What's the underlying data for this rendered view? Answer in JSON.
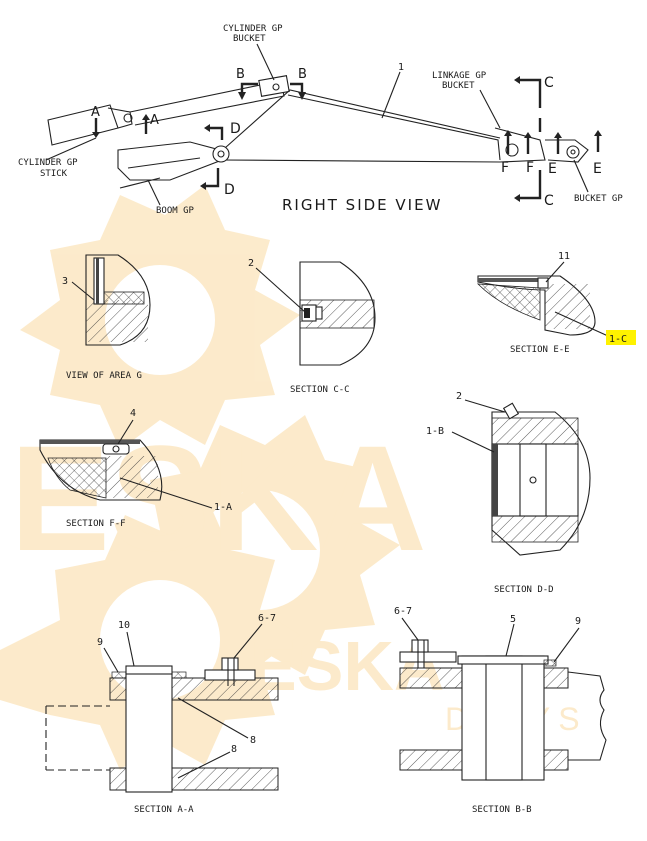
{
  "watermark": {
    "brand": "ESKA",
    "sub": "DALYS",
    "color": "#f2a516"
  },
  "top_view": {
    "title": "RIGHT SIDE VIEW",
    "labels": {
      "cylinder_gp_bucket": [
        "CYLINDER GP",
        "BUCKET"
      ],
      "linkage_gp_bucket": [
        "LINKAGE GP",
        "BUCKET"
      ],
      "cylinder_gp_stick": [
        "CYLINDER GP",
        "STICK"
      ],
      "boom_gp": "BOOM GP",
      "bucket_gp": "BUCKET GP",
      "item_1": "1"
    },
    "cuts": {
      "a": "A",
      "b": "B",
      "c": "C",
      "d": "D",
      "e": "E",
      "f": "F"
    }
  },
  "sections": {
    "area_g": {
      "title": "VIEW OF AREA G",
      "callouts": [
        "3"
      ]
    },
    "c_c": {
      "title": "SECTION C-C",
      "callouts": [
        "2"
      ]
    },
    "e_e": {
      "title": "SECTION E-E",
      "callouts": [
        "11",
        "1-C"
      ],
      "highlight_color": "#fff200"
    },
    "f_f": {
      "title": "SECTION F-F",
      "callouts": [
        "4",
        "1-A"
      ]
    },
    "d_d": {
      "title": "SECTION D-D",
      "callouts": [
        "2",
        "1-B"
      ]
    },
    "a_a": {
      "title": "SECTION A-A",
      "callouts": [
        "9",
        "10",
        "6-7",
        "8",
        "8"
      ]
    },
    "b_b": {
      "title": "SECTION B-B",
      "callouts": [
        "6-7",
        "5",
        "9"
      ]
    }
  }
}
